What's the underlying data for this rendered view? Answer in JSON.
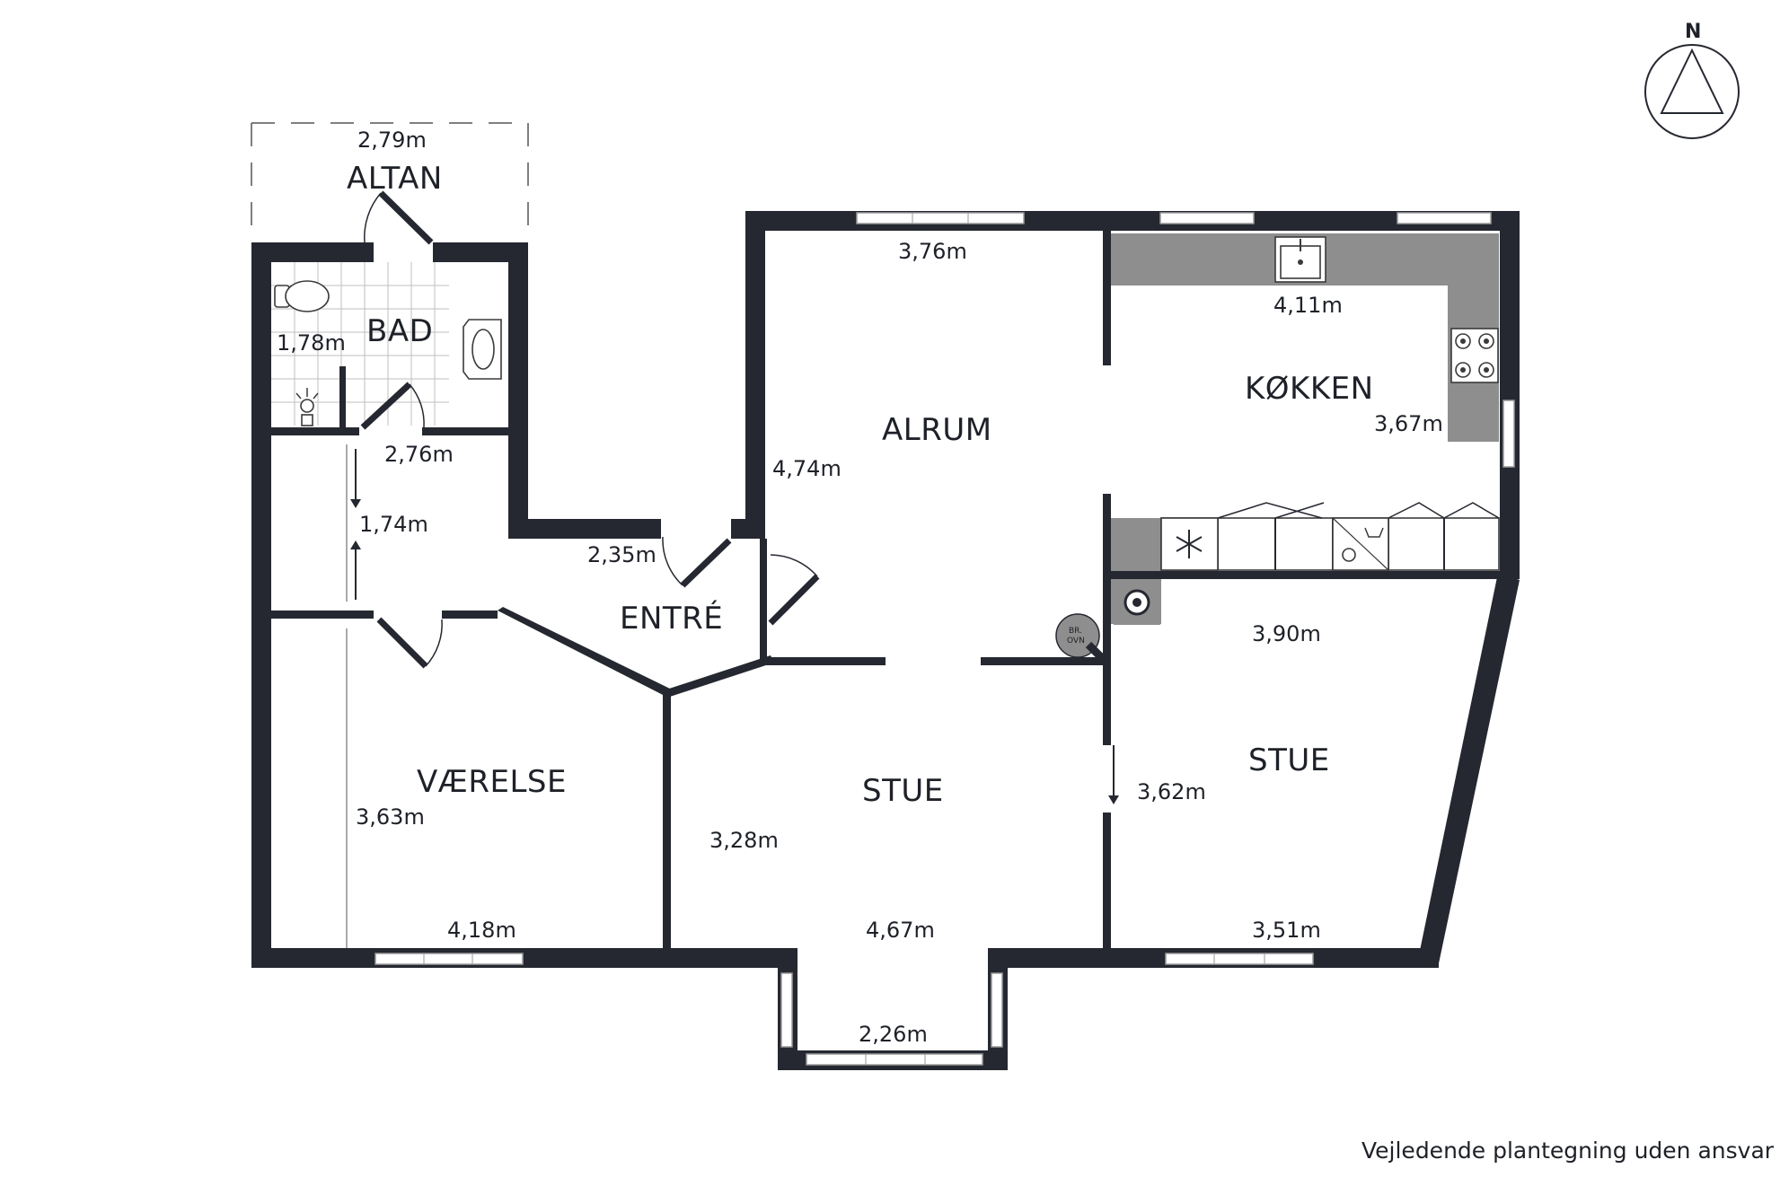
{
  "rooms": {
    "altan": "ALTAN",
    "bad": "BAD",
    "alrum": "ALRUM",
    "kokken": "KØKKEN",
    "entre": "ENTRÉ",
    "vaerelse": "VÆRELSE",
    "stue_center": "STUE",
    "stue_right": "STUE"
  },
  "dimensions": {
    "altan_width": "2,79m",
    "bad_depth": "1,78m",
    "bad_width": "2,76m",
    "hall_depth": "1,74m",
    "entre_width": "2,35m",
    "alrum_width": "3,76m",
    "alrum_depth": "4,74m",
    "kokken_width": "4,11m",
    "kokken_depth": "3,67m",
    "vaerelse_depth": "3,63m",
    "vaerelse_width": "4,18m",
    "stue_center_depth": "3,28m",
    "stue_center_width": "4,67m",
    "bay_width": "2,26m",
    "stue_right_width": "3,90m",
    "stue_right_depth": "3,62m",
    "stue_right_bottom": "3,51m"
  },
  "fixtures": {
    "stove_label_line1": "BR.",
    "stove_label_line2": "OVN"
  },
  "compass": {
    "letter": "N"
  },
  "disclaimer": "Vejledende plantegning uden ansvar",
  "colors": {
    "wall": "#252830",
    "counter": "#8e8e8e",
    "text": "#1e2128"
  }
}
